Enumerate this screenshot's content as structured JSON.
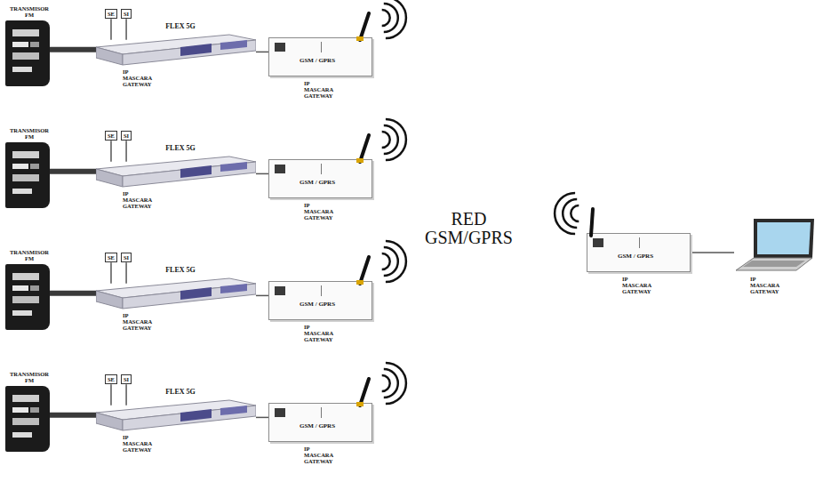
{
  "diagram": {
    "nodes": [
      {
        "text": [
          "TRANSMISOR FM"
        ]
      },
      {
        "text": [
          "SE"
        ]
      },
      {
        "text": [
          "SI"
        ]
      },
      {
        "text": [
          "FLEX 5G",
          "IP MASCARA GATEWAY"
        ]
      },
      {
        "text": [
          "GSM / GPRS",
          "IP MASCARA GATEWAY"
        ]
      },
      {
        "text": [
          "TRANSMISOR FM"
        ]
      },
      {
        "text": [
          "SE"
        ]
      },
      {
        "text": [
          "SI"
        ]
      },
      {
        "text": [
          "FLEX 5G",
          "IP MASCARA GATEWAY"
        ]
      },
      {
        "text": [
          "GSM / GPRS",
          "IP MASCARA GATEWAY"
        ]
      },
      {
        "text": [
          "TRANSMISOR FM"
        ]
      },
      {
        "text": [
          "SE"
        ]
      },
      {
        "text": [
          "SI"
        ]
      },
      {
        "text": [
          "FLEX 5G",
          "IP MASCARA GATEWAY"
        ]
      },
      {
        "text": [
          "GSM / GPRS",
          "IP MASCARA GATEWAY"
        ]
      },
      {
        "text": [
          "TRANSMISOR FM"
        ]
      },
      {
        "text": [
          "SE"
        ]
      },
      {
        "text": [
          "SI"
        ]
      },
      {
        "text": [
          "FLEX 5G",
          "IP MASCARA GATEWAY"
        ]
      },
      {
        "text": [
          "GSM / GPRS",
          "IP MASCARA GATEWAY"
        ]
      },
      {
        "text": [
          "GSM / GPRS",
          "IP MASCARA GATEWAY"
        ]
      },
      {
        "text": [
          "IP MASCARA GATEWAY"
        ]
      }
    ],
    "edges": [
      {
        "from": 0,
        "to": 3,
        "arrow": "none"
      },
      {
        "from": 1,
        "to": 3,
        "arrow": "none"
      },
      {
        "from": 2,
        "to": 3,
        "arrow": "none"
      },
      {
        "from": 3,
        "to": 4,
        "arrow": "none"
      },
      {
        "from": 5,
        "to": 8,
        "arrow": "none"
      },
      {
        "from": 6,
        "to": 8,
        "arrow": "none"
      },
      {
        "from": 7,
        "to": 8,
        "arrow": "none"
      },
      {
        "from": 8,
        "to": 9,
        "arrow": "none"
      },
      {
        "from": 10,
        "to": 13,
        "arrow": "none"
      },
      {
        "from": 11,
        "to": 13,
        "arrow": "none"
      },
      {
        "from": 12,
        "to": 13,
        "arrow": "none"
      },
      {
        "from": 13,
        "to": 14,
        "arrow": "none"
      },
      {
        "from": 15,
        "to": 18,
        "arrow": "none"
      },
      {
        "from": 16,
        "to": 18,
        "arrow": "none"
      },
      {
        "from": 17,
        "to": 18,
        "arrow": "none"
      },
      {
        "from": 18,
        "to": 19,
        "arrow": "none"
      },
      {
        "from": 20,
        "to": 21,
        "arrow": "none"
      }
    ],
    "labels": [
      "RED GSM/GPRS"
    ]
  }
}
